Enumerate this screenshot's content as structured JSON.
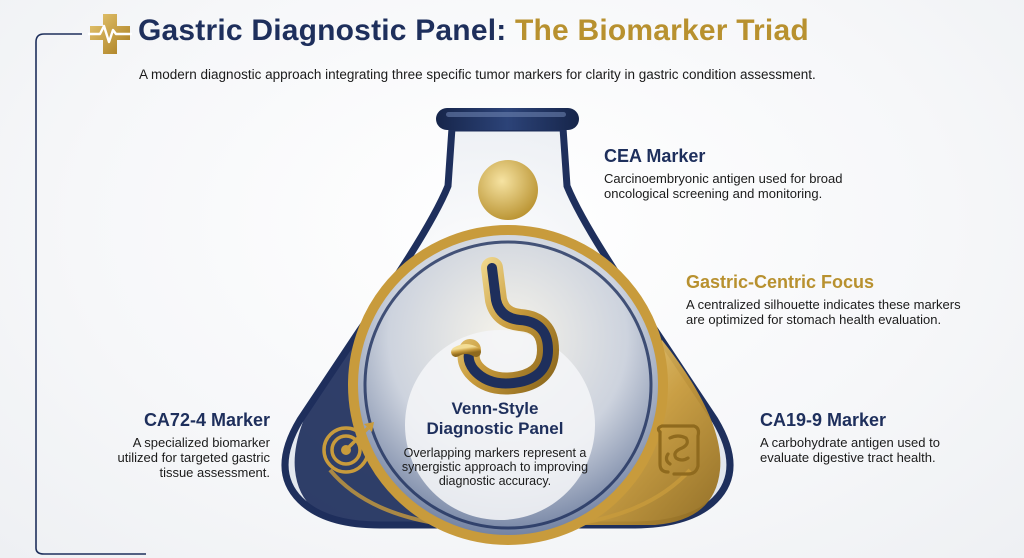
{
  "header": {
    "title_part1": "Gastric Diagnostic Panel: ",
    "title_part2": "The Biomarker Triad",
    "subtitle": "A modern diagnostic approach integrating three specific tumor markers for clarity in gastric condition assessment."
  },
  "markers": {
    "cea": {
      "title": "CEA Marker",
      "description": "Carcinoembryonic antigen used for broad oncological screening and monitoring."
    },
    "gastric_focus": {
      "title": "Gastric-Centric Focus",
      "description": "A centralized silhouette indicates these markers are optimized for stomach health evaluation."
    },
    "ca724": {
      "title": "CA72-4 Marker",
      "description": "A specialized biomarker utilized for targeted gastric tissue assessment."
    },
    "ca199": {
      "title": "CA19-9 Marker",
      "description": "A carbohydrate antigen used to evaluate digestive tract health."
    }
  },
  "center": {
    "title_line1": "Venn-Style",
    "title_line2": "Diagnostic Panel",
    "description": "Overlapping markers represent a synergistic approach to improving diagnostic accuracy."
  },
  "colors": {
    "navy": "#1e2f5c",
    "gold": "#b8912f",
    "text": "#1b1b1b"
  },
  "icons": [
    "medical-cross-pulse-icon",
    "stomach-icon",
    "target-arrow-icon",
    "intestine-icon"
  ]
}
